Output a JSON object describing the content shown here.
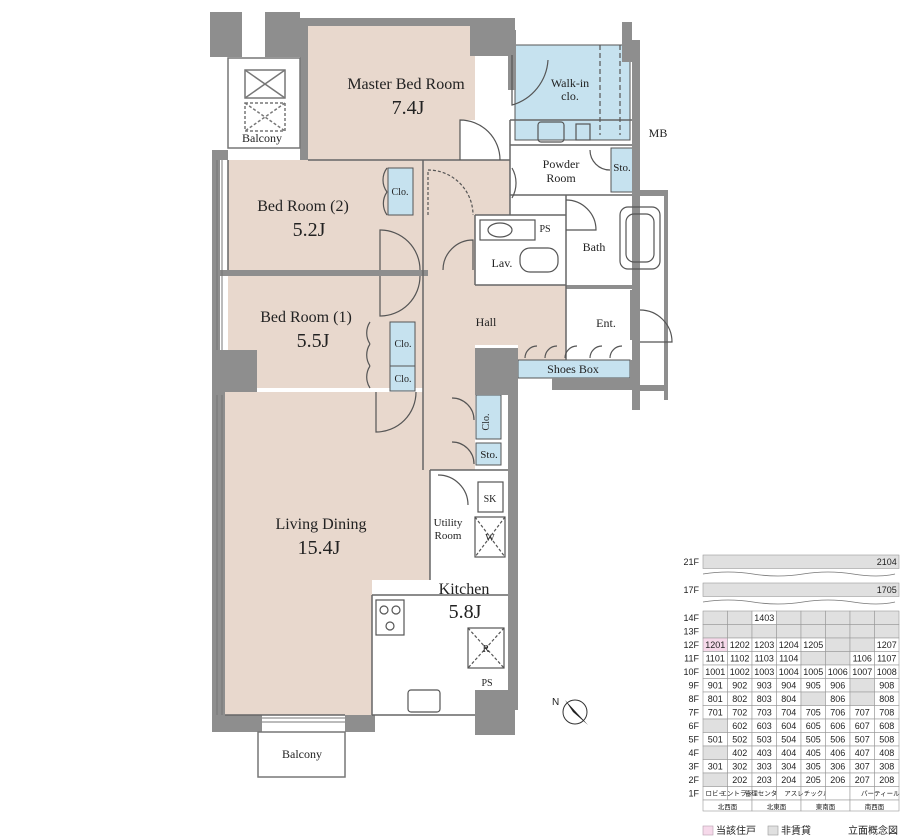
{
  "rooms": {
    "master": {
      "name": "Master Bed Room",
      "size": "7.4J"
    },
    "walkin_1": "Walk-in",
    "walkin_2": "clo.",
    "powder_1": "Powder",
    "powder_2": "Room",
    "sto_upper": "Sto.",
    "mb": "MB",
    "balcony_top": "Balcony",
    "bed2": {
      "name": "Bed Room (2)",
      "size": "5.2J"
    },
    "bed1": {
      "name": "Bed Room (1)",
      "size": "5.5J"
    },
    "clo": "Clo.",
    "ps": "PS",
    "bath": "Bath",
    "lav": "Lav.",
    "hall": "Hall",
    "ent": "Ent.",
    "shoes_box": "Shoes Box",
    "sto_lower": "Sto.",
    "sk": "SK",
    "utility_1": "Utility",
    "utility_2": "Room",
    "washer": "W",
    "fridge": "R",
    "living": {
      "name": "Living Dining",
      "size": "15.4J"
    },
    "kitchen": {
      "name": "Kitchen",
      "size": "5.8J"
    },
    "balcony_bottom": "Balcony"
  },
  "elevation": {
    "floor_labels": [
      "21F",
      "17F",
      "14F",
      "13F",
      "12F",
      "11F",
      "10F",
      "9F",
      "8F",
      "7F",
      "6F",
      "5F",
      "4F",
      "3F",
      "2F",
      "1F"
    ],
    "f21_unit": "2104",
    "f17_unit": "1705",
    "rows": [
      [
        "",
        "",
        "1403",
        "",
        "",
        "",
        "",
        ""
      ],
      [
        "",
        "",
        "",
        "",
        "",
        "",
        "",
        ""
      ],
      [
        "1201",
        "1202",
        "1203",
        "1204",
        "1205",
        "",
        "",
        "1207"
      ],
      [
        "1101",
        "1102",
        "1103",
        "1104",
        "",
        "",
        "1106",
        "1107"
      ],
      [
        "1001",
        "1002",
        "1003",
        "1004",
        "1005",
        "1006",
        "1007",
        "1008"
      ],
      [
        "901",
        "902",
        "903",
        "904",
        "905",
        "906",
        "",
        "908"
      ],
      [
        "801",
        "802",
        "803",
        "804",
        "",
        "806",
        "",
        "808"
      ],
      [
        "701",
        "702",
        "703",
        "704",
        "705",
        "706",
        "707",
        "708"
      ],
      [
        "",
        "602",
        "603",
        "604",
        "605",
        "606",
        "607",
        "608"
      ],
      [
        "501",
        "502",
        "503",
        "504",
        "505",
        "506",
        "507",
        "508"
      ],
      [
        "",
        "402",
        "403",
        "404",
        "405",
        "406",
        "407",
        "408"
      ],
      [
        "301",
        "302",
        "303",
        "304",
        "305",
        "306",
        "307",
        "308"
      ],
      [
        "",
        "202",
        "203",
        "204",
        "205",
        "206",
        "207",
        "208"
      ]
    ],
    "ground_floor": [
      "ロビー",
      "エントランス",
      "管理センター",
      "",
      "アスレチックルーム",
      "",
      "",
      "パーティールーム"
    ],
    "directions": [
      "北西面",
      "北東面",
      "東南面",
      "南西面"
    ],
    "highlight_unit": "1201",
    "legend_current": "当該住戸",
    "legend_non_rental": "非賃貸",
    "legend_title": "立面概念図"
  },
  "colors": {
    "room_fill": "#e8d8cd",
    "closet_fill": "#c6e2ef",
    "wall": "#8a8a8a",
    "highlight": "#f6d9ea",
    "non_rental": "#e0e0e0"
  }
}
